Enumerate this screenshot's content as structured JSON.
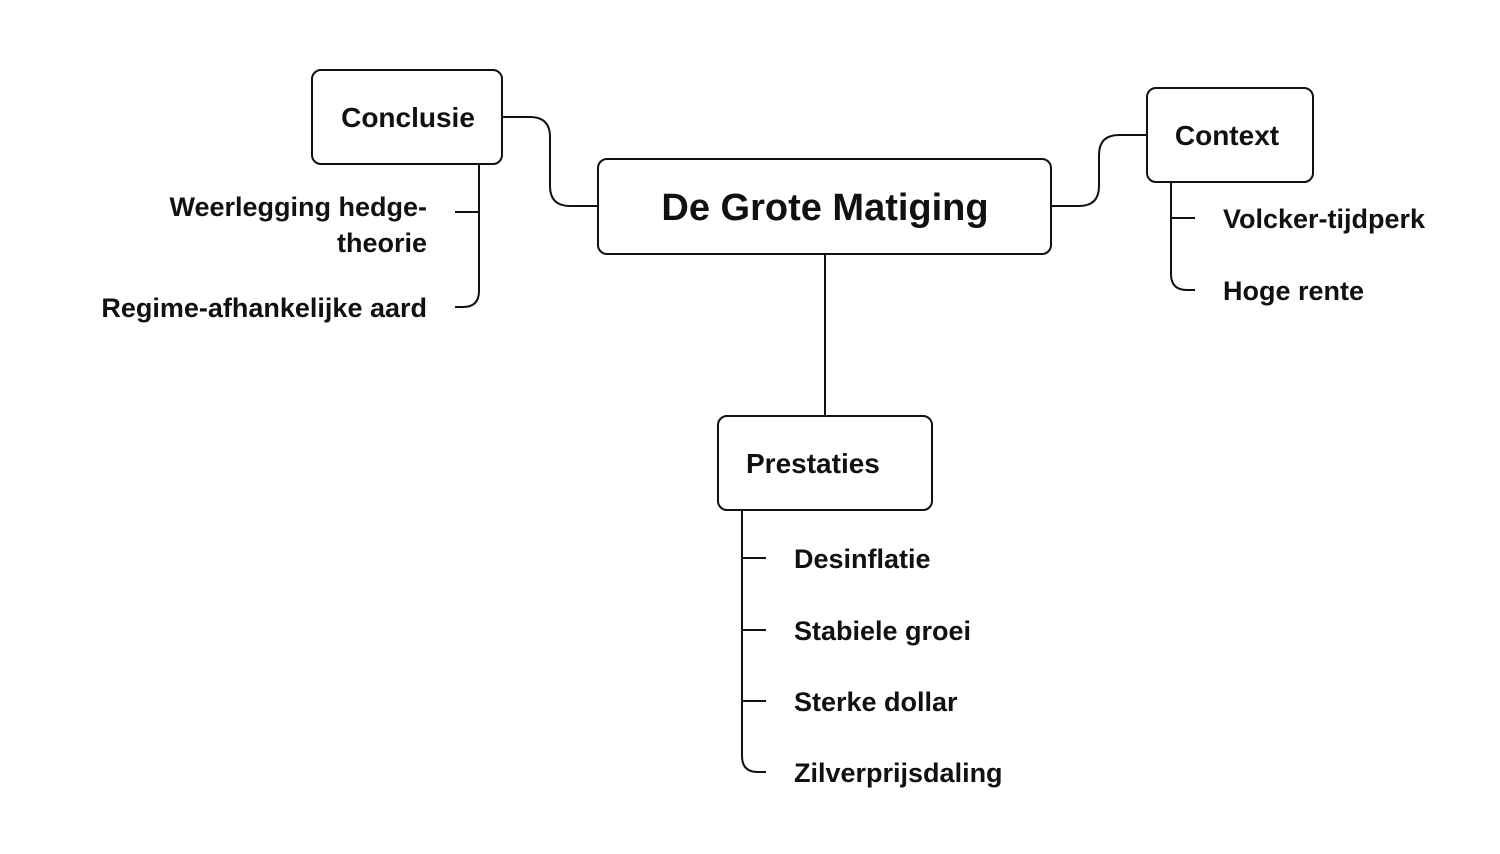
{
  "root": {
    "label": "De Grote Matiging"
  },
  "branches": {
    "conclusie": {
      "label": "Conclusie",
      "children": [
        "Weerlegging hedge-",
        "theorie",
        "Regime-afhankelijke aard"
      ]
    },
    "context": {
      "label": "Context",
      "children": [
        "Volcker-tijdperk",
        "Hoge rente"
      ]
    },
    "prestaties": {
      "label": "Prestaties",
      "children": [
        "Desinflatie",
        "Stabiele groei",
        "Sterke dollar",
        "Zilverprijsdaling"
      ]
    }
  }
}
